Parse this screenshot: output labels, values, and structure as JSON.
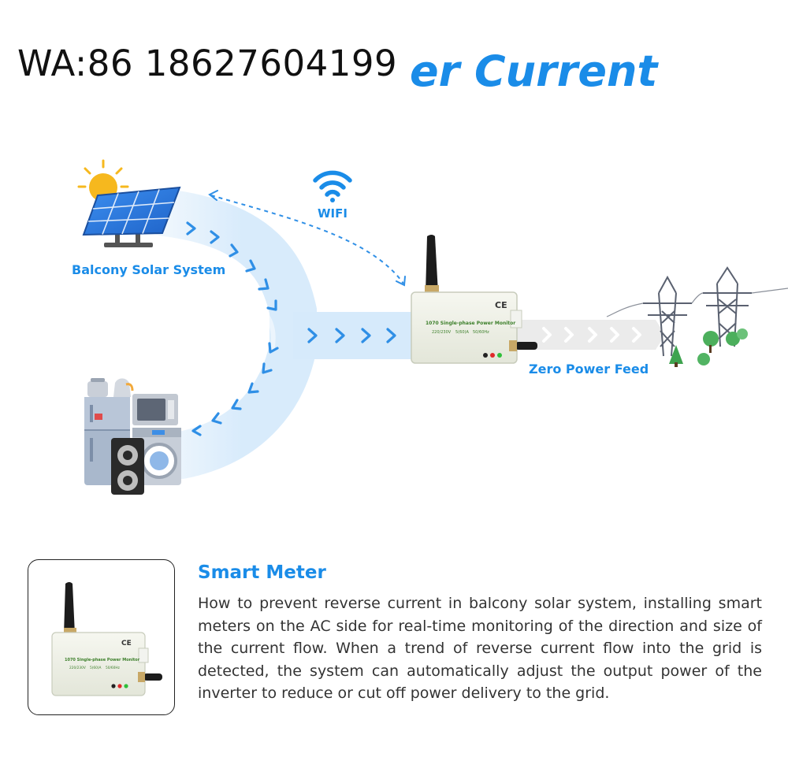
{
  "header": {
    "watermark_contact": "WA:86 18627604199",
    "title_visible_fragment": "er Current"
  },
  "diagram": {
    "solar_label": "Balcony Solar System",
    "wifi_label": "WIFI",
    "feed_label": "Zero Power Feed",
    "device": {
      "model_text": "1070 Single-phase Power Monitor",
      "spec_voltage": "220/230V",
      "spec_current": "5(60)A",
      "spec_frequency": "50/60Hz",
      "ce_mark": "CE"
    }
  },
  "smart_meter": {
    "heading": "Smart Meter",
    "description": "How to prevent reverse current in balcony solar system, installing smart meters on the AC side for real-time monitoring of the direction and size of the current flow. When a trend of reverse current flow into the grid is detected, the system can automatically adjust the output power of the inverter to reduce or cut off power delivery to the grid."
  },
  "colors": {
    "accent_blue": "#1a8ce8",
    "flow_light_blue": "#d9ecfb",
    "arrow_blue": "#2f8fe6",
    "device_body": "#eef0e6",
    "feed_band": "#ededed"
  }
}
